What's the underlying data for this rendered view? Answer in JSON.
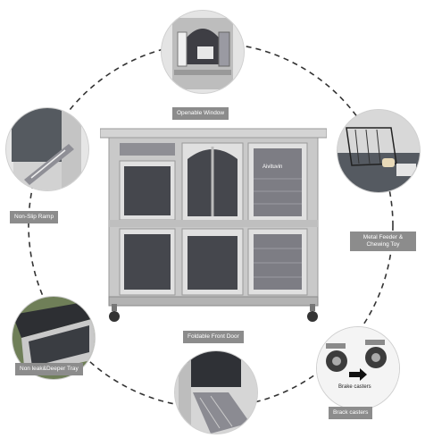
{
  "features": [
    {
      "id": "openable-window",
      "label": "Openable Window"
    },
    {
      "id": "non-slip-ramp",
      "label": "Non-Slip Ramp"
    },
    {
      "id": "metal-feeder",
      "label": "Metal Feeder &",
      "label2": "Chewing Toy"
    },
    {
      "id": "front-door",
      "label": "Foldable Front Door"
    },
    {
      "id": "tray",
      "label": "Non leak&Deeper Tray"
    },
    {
      "id": "casters",
      "label": "Brack casters",
      "inset_caption": "Brake casters"
    }
  ],
  "brand_logo_text": "Aivituvin",
  "colors": {
    "wood": "#c9c9c9",
    "wood_dark": "#a9a9a9",
    "wood_panel": "#7d7d84",
    "mesh": "#4a4a50",
    "label_bg": "#8c8c8c"
  }
}
